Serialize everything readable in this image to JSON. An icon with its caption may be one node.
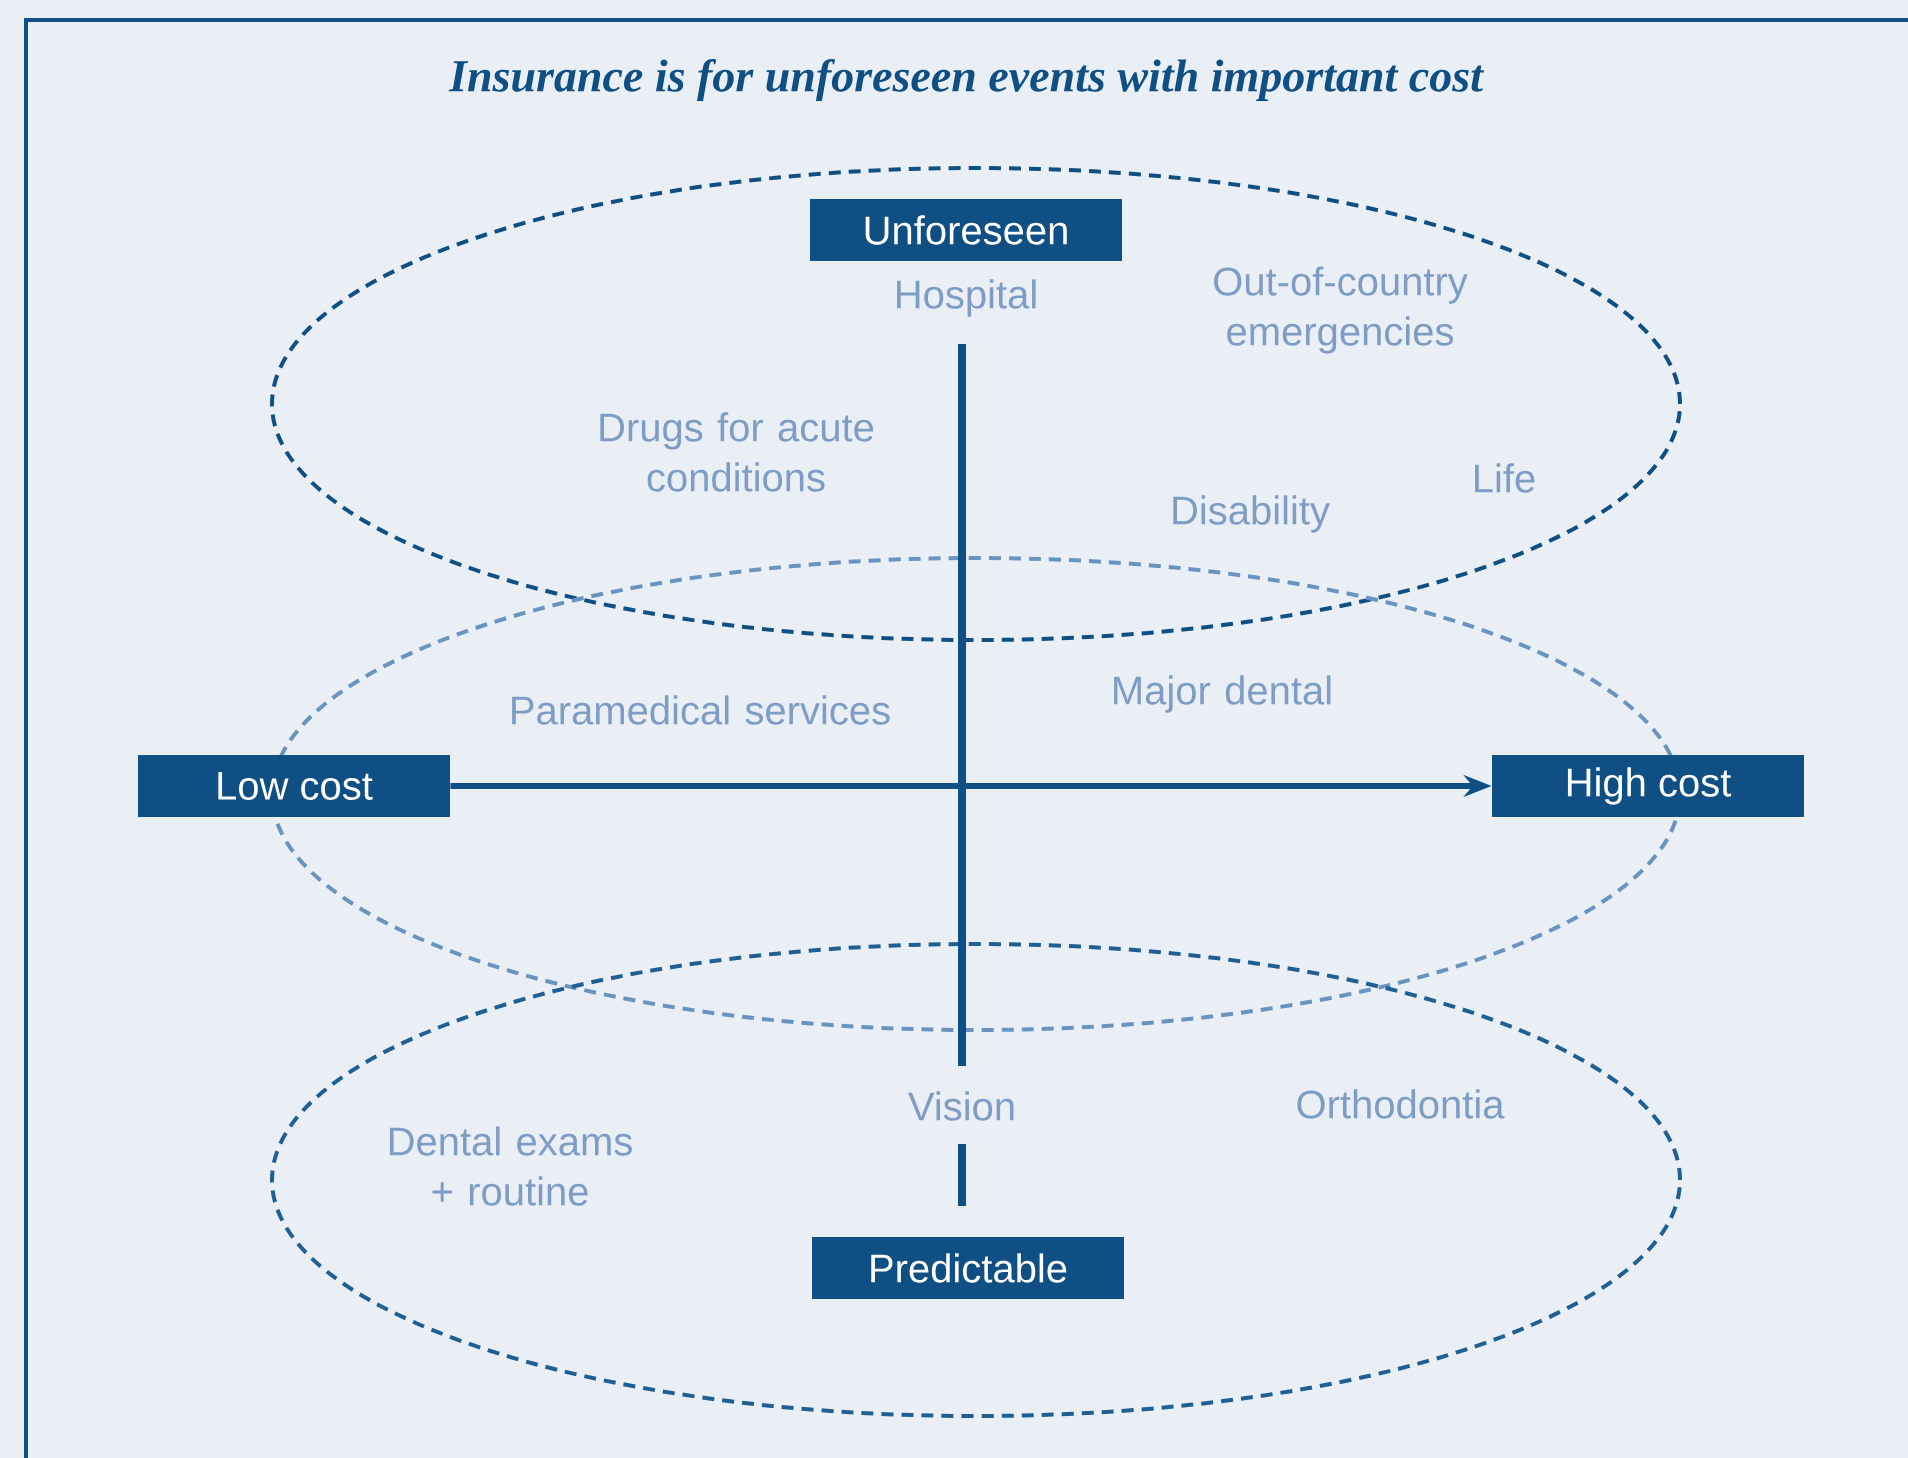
{
  "diagram": {
    "title": "Insurance is for unforeseen events with important cost",
    "nodes": [
      {
        "text": [
          "Unforeseen"
        ]
      },
      {
        "text": [
          "Low cost"
        ]
      },
      {
        "text": [
          "High cost"
        ]
      },
      {
        "text": [
          "Predictable"
        ]
      }
    ],
    "edges": [
      {
        "from": 1,
        "to": 2,
        "arrow": "to"
      }
    ],
    "labels": [
      "Hospital",
      "Out-of-country emergencies",
      "Drugs for acute conditions",
      "Life",
      "Disability",
      "Paramedical services",
      "Major dental",
      "Vision",
      "Orthodontia",
      "Dental exams + routine"
    ]
  }
}
